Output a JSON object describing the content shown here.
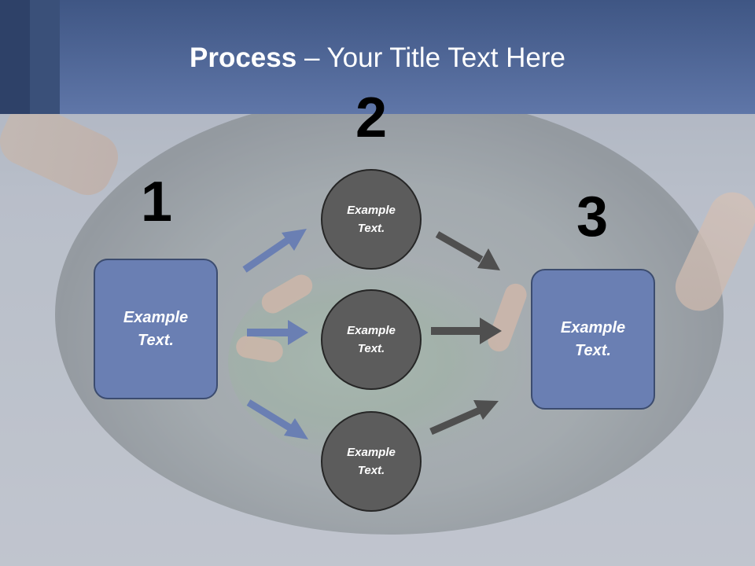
{
  "title": {
    "bold": "Process",
    "rest": " – Your Title Text Here"
  },
  "steps": {
    "one": "1",
    "two": "2",
    "three": "3"
  },
  "box_left": {
    "line1": "Example",
    "line2": "Text."
  },
  "box_right": {
    "line1": "Example",
    "line2": "Text."
  },
  "circles": [
    {
      "line1": "Example",
      "line2": "Text."
    },
    {
      "line1": "Example",
      "line2": "Text."
    },
    {
      "line1": "Example",
      "line2": "Text."
    }
  ],
  "colors": {
    "header": "#5f76a8",
    "box": "#6a7fb3",
    "circle": "#5c5c5c",
    "arrow_in": "#6a7fb3",
    "arrow_out": "#4f4f4f"
  }
}
